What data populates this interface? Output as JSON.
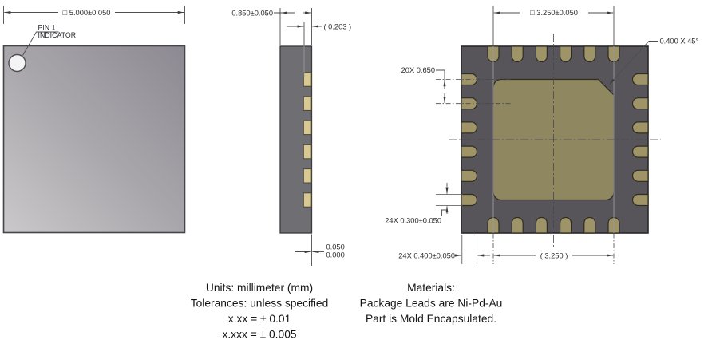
{
  "views": {
    "top_view": {
      "outline_dim": "□ 5.000±0.050",
      "pin1_label": [
        "PIN 1",
        "INDICATOR"
      ]
    },
    "side_view": {
      "thickness_dim": "0.850±0.050",
      "lead_frame_thickness_dim": "( 0.203 )",
      "standoff_max": "0.050",
      "standoff_min": "0.000"
    },
    "bottom_view": {
      "exposed_pad_dim": "□ 3.250±0.050",
      "chamfer_dim": "0.400 X 45°",
      "lead_pitch_dim": "20X 0.650",
      "lead_width_dim": "24X 0.300±0.050",
      "lead_length_dim": "24X 0.400±0.050",
      "exposed_pad_ref_dim": "( 3.250 )"
    }
  },
  "notes": {
    "units_block": [
      "Units: millimeter (mm)",
      "Tolerances: unless specified",
      "x.xx = ± 0.01",
      "x.xxx = ± 0.005"
    ],
    "materials_block": [
      "Materials:",
      "Package Leads are Ni-Pd-Au",
      "Part is Mold Encapsulated."
    ]
  },
  "colors": {
    "package_top_light": "#cbc8cb",
    "package_top_dark": "#8c8992",
    "package_body_side": "#6f6e72",
    "package_body_bottom": "#57545a",
    "lead_tan": "#9e9468",
    "lead_outline": "#2f2d23",
    "side_pad_tan": "#d8c994",
    "side_pad_outline": "#4d4734",
    "thermal_pad": "#8f875f",
    "pin1_dot": "#f4f3f5",
    "dimension_line": "#4e4e52",
    "standoff_text": "#3b7677"
  }
}
